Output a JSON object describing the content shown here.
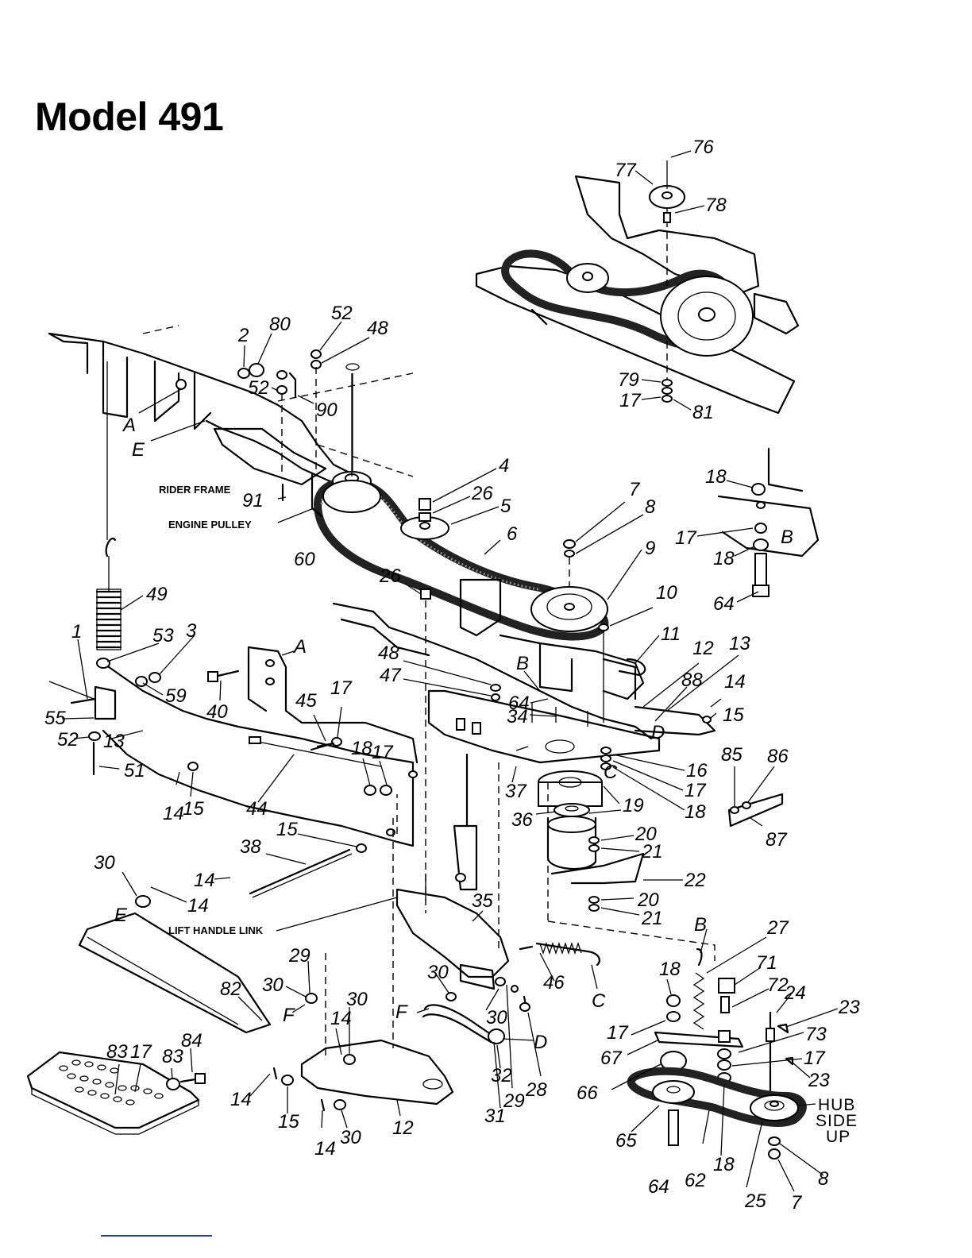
{
  "page": {
    "title": "Model 491",
    "accent_color": "#1f3fbf"
  },
  "callouts": {
    "rider_frame": "RIDER FRAME",
    "engine_pulley": "ENGINE PULLEY",
    "lift_handle_link": "LIFT HANDLE LINK",
    "hub_side_up": [
      "HUB",
      "SIDE",
      "UP"
    ]
  },
  "part_numbers": [
    "76",
    "77",
    "78",
    "79",
    "17",
    "81",
    "2",
    "80",
    "52",
    "48",
    "52",
    "90",
    "A",
    "E",
    "4",
    "26",
    "5",
    "6",
    "7",
    "8",
    "9",
    "91",
    "60",
    "26",
    "10",
    "11",
    "12",
    "13",
    "18",
    "17",
    "B",
    "18",
    "64",
    "49",
    "1",
    "53",
    "3",
    "59",
    "55",
    "52",
    "13",
    "51",
    "A",
    "40",
    "45",
    "17",
    "18",
    "17",
    "14",
    "15",
    "44",
    "48",
    "47",
    "B",
    "64",
    "34",
    "88",
    "14",
    "15",
    "D",
    "C",
    "16",
    "17",
    "18",
    "85",
    "86",
    "87",
    "37",
    "19",
    "36",
    "20",
    "21",
    "22",
    "20",
    "21",
    "15",
    "38",
    "14",
    "30",
    "14",
    "E",
    "35",
    "B",
    "27",
    "18",
    "71",
    "72",
    "24",
    "23",
    "46",
    "C",
    "29",
    "30",
    "82",
    "F",
    "30",
    "30",
    "F",
    "30",
    "14",
    "D",
    "32",
    "28",
    "29",
    "31",
    "17",
    "67",
    "73",
    "17",
    "23",
    "66",
    "65",
    "64",
    "62",
    "18",
    "25",
    "8",
    "7",
    "83",
    "17",
    "83",
    "84",
    "14",
    "15",
    "14",
    "30",
    "12"
  ]
}
